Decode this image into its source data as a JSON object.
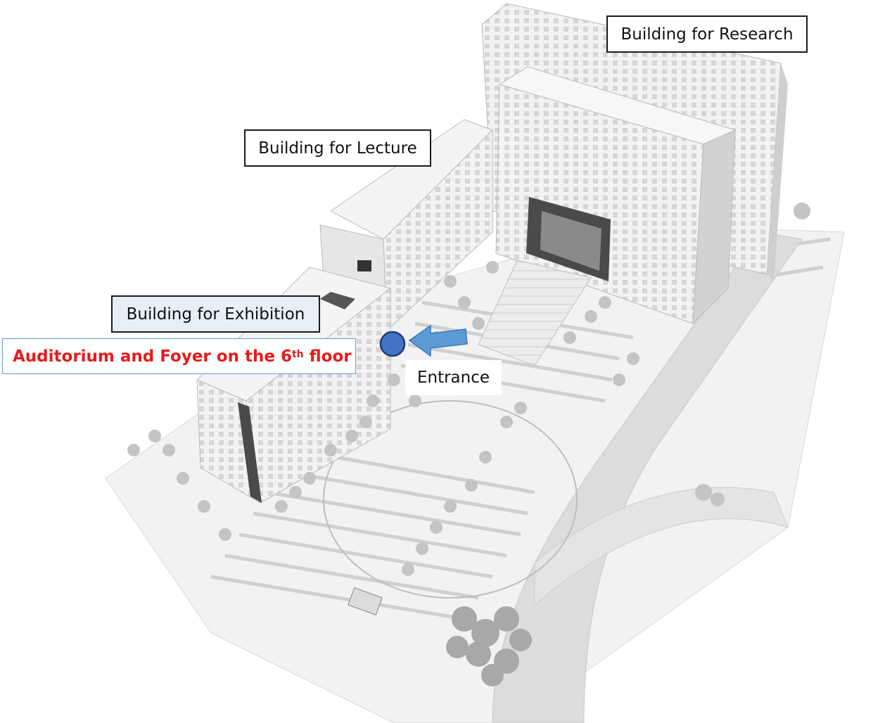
{
  "labels": {
    "research": "Building for Research",
    "lecture": "Building for Lecture",
    "exhibition": "Building for Exhibition",
    "auditorium_prefix": "Auditorium and Foyer on the 6",
    "auditorium_sup": "th",
    "auditorium_suffix": " floor",
    "entrance": "Entrance"
  },
  "colors": {
    "auditorium_text": "#e51c1c",
    "marker_fill": "#4472c4",
    "arrow_fill": "#5b9bd5",
    "exhibition_label_bg": "#e6eef7"
  },
  "icons": {
    "location_marker": "location-dot-icon",
    "direction_arrow": "arrow-left-icon"
  }
}
